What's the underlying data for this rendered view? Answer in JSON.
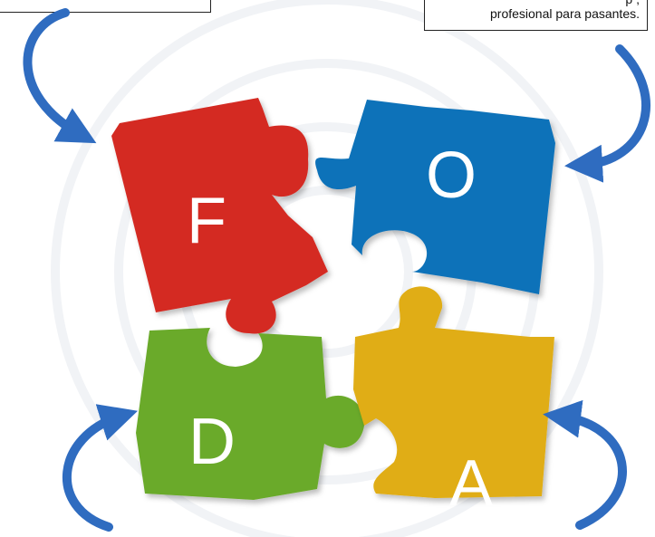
{
  "notes": {
    "top_left": "",
    "top_right_line1": "p , ",
    "top_right_line2": "profesional para pasantes."
  },
  "pieces": {
    "F": {
      "letter": "F",
      "color": "#d42a24"
    },
    "O": {
      "letter": "O",
      "color": "#0f72b9"
    },
    "D": {
      "letter": "D",
      "color": "#6aaa2c"
    },
    "A": {
      "letter": "A",
      "color": "#e0ad12"
    }
  },
  "arrow_color": "#2f6cc0"
}
